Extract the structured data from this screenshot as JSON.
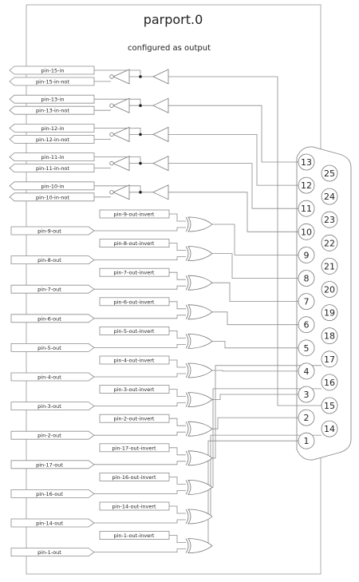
{
  "title": "parport.0",
  "subtitle": "configured as output",
  "inputs": [
    {
      "label": "pin-15-in",
      "not_label": "pin-15-in-not",
      "pin": "15"
    },
    {
      "label": "pin-13-in",
      "not_label": "pin-13-in-not",
      "pin": "13"
    },
    {
      "label": "pin-12-in",
      "not_label": "pin-12-in-not",
      "pin": "12"
    },
    {
      "label": "pin-11-in",
      "not_label": "pin-11-in-not",
      "pin": "11"
    },
    {
      "label": "pin-10-in",
      "not_label": "pin-10-in-not",
      "pin": "10"
    }
  ],
  "outputs": [
    {
      "label": "pin-9-out",
      "invert_label": "pin-9-out-invert",
      "pin": "9"
    },
    {
      "label": "pin-8-out",
      "invert_label": "pin-8-out-invert",
      "pin": "8"
    },
    {
      "label": "pin-7-out",
      "invert_label": "pin-7-out-invert",
      "pin": "7"
    },
    {
      "label": "pin-6-out",
      "invert_label": "pin-6-out-invert",
      "pin": "6"
    },
    {
      "label": "pin-5-out",
      "invert_label": "pin-5-out-invert",
      "pin": "5"
    },
    {
      "label": "pin-4-out",
      "invert_label": "pin-4-out-invert",
      "pin": "4"
    },
    {
      "label": "pin-3-out",
      "invert_label": "pin-3-out-invert",
      "pin": "3"
    },
    {
      "label": "pin-2-out",
      "invert_label": "pin-2-out-invert",
      "pin": "2"
    },
    {
      "label": "pin-17-out",
      "invert_label": "pin-17-out-invert",
      "pin": "17"
    },
    {
      "label": "pin-16-out",
      "invert_label": "pin-16-out-invert",
      "pin": "16"
    },
    {
      "label": "pin-14-out",
      "invert_label": "pin-14-out-invert",
      "pin": "14"
    },
    {
      "label": "pin-1-out",
      "invert_label": "pin-1-out-invert",
      "pin": "1"
    }
  ],
  "connector": {
    "top_row": [
      "13",
      "12",
      "11",
      "10",
      "9",
      "8",
      "7",
      "6",
      "5",
      "4",
      "3",
      "2",
      "1"
    ],
    "bottom_row": [
      "25",
      "24",
      "23",
      "22",
      "21",
      "20",
      "19",
      "18",
      "17",
      "16",
      "15",
      "14"
    ]
  }
}
